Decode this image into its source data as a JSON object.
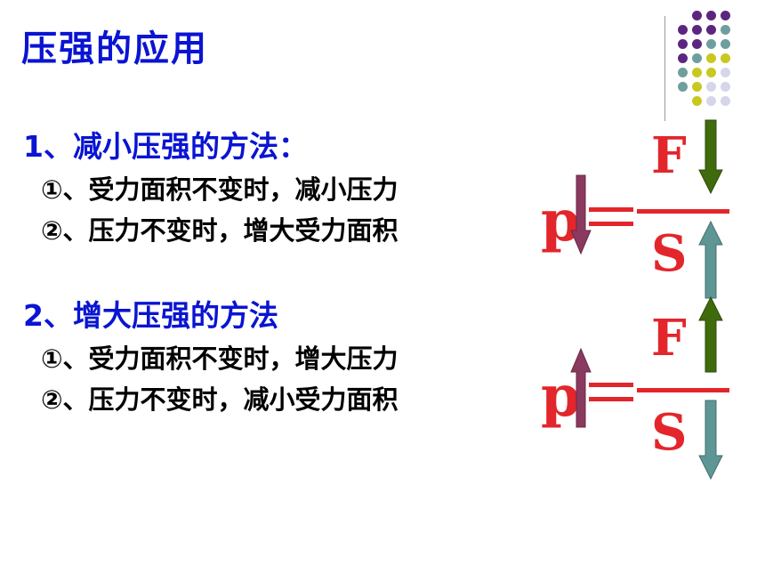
{
  "title": "压强的应用",
  "section1": {
    "heading": "1、减小压强的方法：",
    "items": [
      "①、受力面积不变时，减小压力",
      "②、压力不变时，增大受力面积"
    ]
  },
  "section2": {
    "heading": "2、增大压强的方法",
    "items": [
      "①、受力面积不变时，增大压力",
      "②、压力不变时，减小受力面积"
    ]
  },
  "formula": {
    "lhs": "p",
    "numerator": "F",
    "denominator": "S"
  },
  "colors": {
    "heading_blue": "#0a14d2",
    "formula_red": "#e2262b",
    "arrow_green": "#3f6b0c",
    "arrow_teal": "#5e9696",
    "arrow_purple": "#8a3a5e",
    "dot_purple": "#5b2680",
    "dot_teal": "#6f9e9e",
    "dot_yellow": "#c8c821",
    "dot_lavender": "#d6d6ea"
  },
  "arrows": {
    "formula1": {
      "p": "down",
      "F": "down",
      "S": "up"
    },
    "formula2": {
      "p": "up",
      "F": "up",
      "S": "down"
    }
  }
}
